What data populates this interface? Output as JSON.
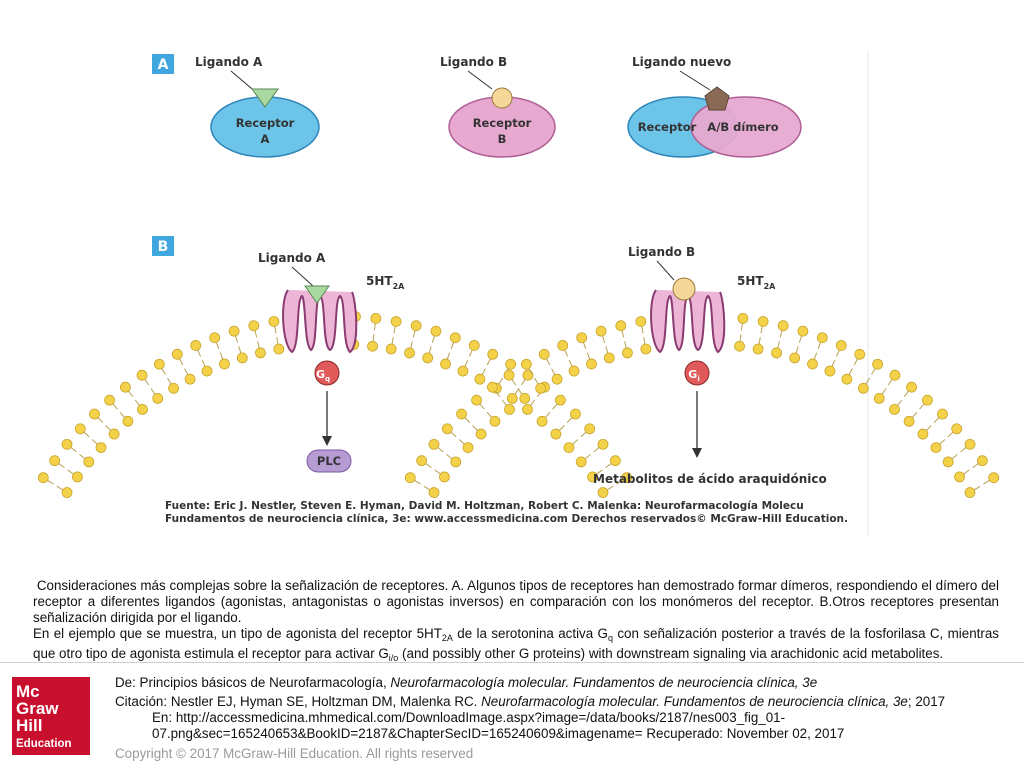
{
  "figure": {
    "panel_a": {
      "badge": "A",
      "ligand_a": "Ligando A",
      "ligand_b": "Ligando B",
      "ligand_new": "Ligando nuevo",
      "receptor_a_line1": "Receptor",
      "receptor_a_line2": "A",
      "receptor_b_line1": "Receptor",
      "receptor_b_line2": "B",
      "dimer_left": "Receptor",
      "dimer_right": "A/B dímero"
    },
    "panel_b": {
      "badge": "B",
      "ligand_a": "Ligando A",
      "ligand_b": "Ligando B",
      "receptor_label": "5HT",
      "receptor_sub": "2A",
      "gq_label": "G",
      "gq_sub": "q",
      "gi_label": "G",
      "gi_sub": "i",
      "plc": "PLC",
      "metabolites": "Metabolitos de ácido araquidónico"
    },
    "source_line1": "Fuente: Eric J. Nestler, Steven E. Hyman, David M. Holtzman, Robert C. Malenka: Neurofarmacología Molecu",
    "source_line2": "Fundamentos de neurociencia clínica, 3e: www.accessmedicina.com Derechos reservados© McGraw-Hill Education.",
    "colors": {
      "receptor_a": "#6cc4e8",
      "receptor_b": "#e7a9d0",
      "ligand_a": "#a9d8a0",
      "ligand_b": "#f6d79a",
      "ligand_new": "#8a6a55",
      "membrane": "#f3d24a",
      "g_protein": "#e05a5a",
      "plc": "#b79bd3"
    }
  },
  "caption": {
    "p1": "Consideraciones más complejas sobre la señalización de receptores. A. Algunos tipos de receptores han demostrado formar dímeros, respondiendo el dímero del receptor a diferentes ligandos (agonistas, antagonistas o agonistas inversos) en comparación con los monómeros del receptor. B.Otros receptores presentan señalización dirigida por el ligando.",
    "p2_a": "En el ejemplo que se muestra, un tipo de agonista del receptor 5HT",
    "p2_sub1": "2A",
    "p2_b": " de la serotonina activa G",
    "p2_sub2": "q",
    "p2_c": " con señalización posterior a través de la fosforilasa C, mientras que otro tipo de agonista estimula el receptor para activar G",
    "p2_sub3": "i/o",
    "p2_d": " (and possibly other G proteins) with downstream signaling via arachidonic acid metabolites."
  },
  "logo": {
    "l1": "Mc",
    "l2": "Graw",
    "l3": "Hill",
    "l4": "Education"
  },
  "refs": {
    "de_prefix": "De: Principios básicos de Neurofarmacología, ",
    "de_title": "Neurofarmacología molecular. Fundamentos de neurociencia clínica, 3e",
    "cit_prefix": "Citación: Nestler EJ, Hyman SE, Holtzman DM, Malenka RC. ",
    "cit_title": "Neurofarmacología molecular. Fundamentos de neurociencia clínica, 3e",
    "cit_year": "; 2017",
    "url_line1": "En: http://accessmedicina.mhmedical.com/DownloadImage.aspx?image=/data/books/2187/nes003_fig_01-",
    "url_line2": "07.png&sec=165240653&BookID=2187&ChapterSecID=165240609&imagename= Recuperado: November 02, 2017"
  },
  "copyright": "Copyright © 2017 McGraw-Hill Education. All rights reserved"
}
